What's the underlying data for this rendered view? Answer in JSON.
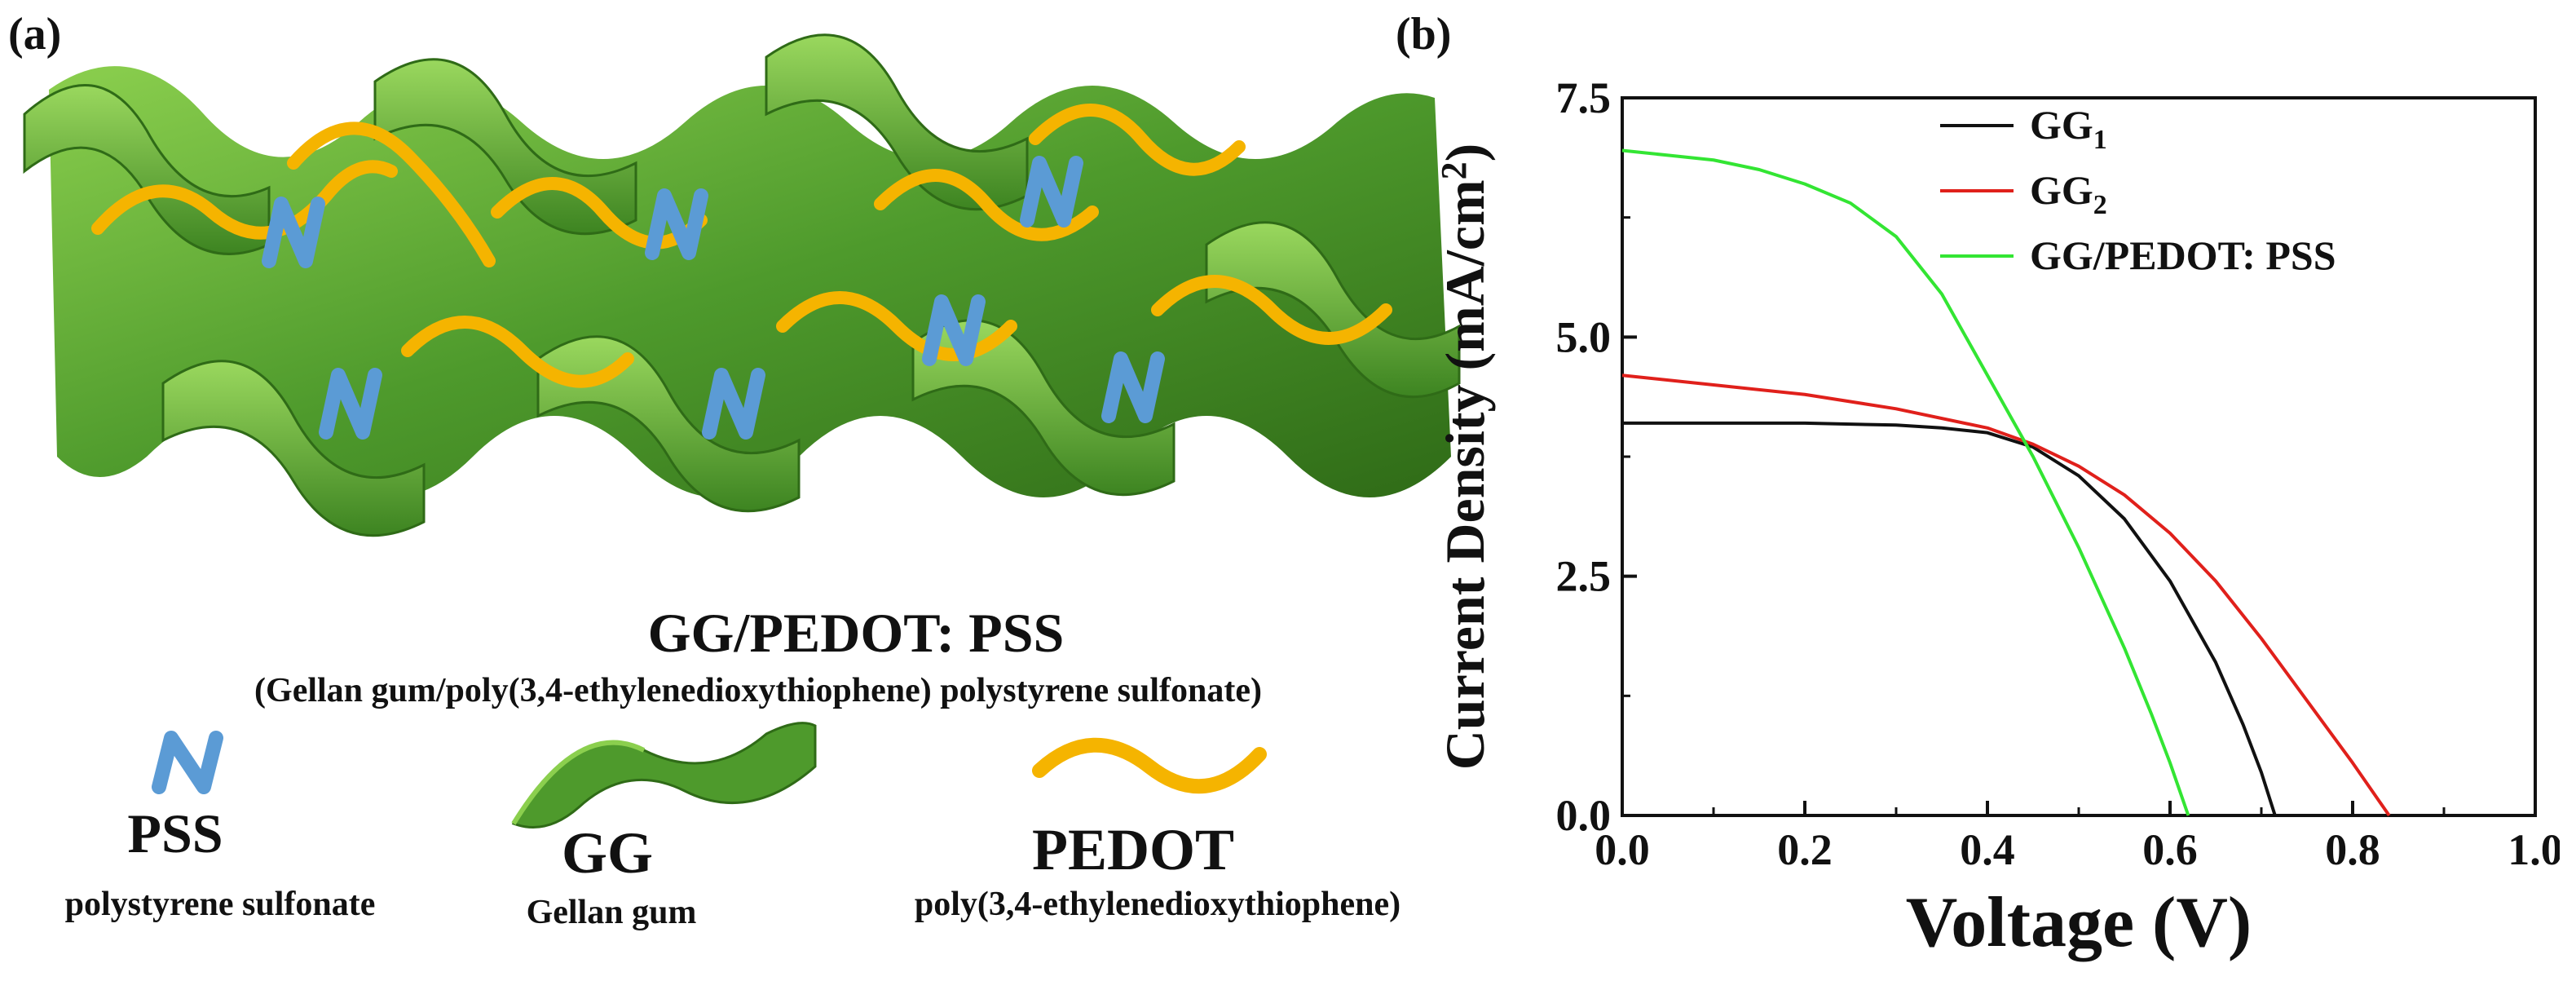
{
  "panel_a": {
    "label": "(a)",
    "title": "GG/PEDOT: PSS",
    "subtitle": "(Gellan gum/poly(3,4-ethylenedioxythiophene) polystyrene sulfonate)",
    "legend": [
      {
        "abbr": "PSS",
        "name": "polystyrene sulfonate",
        "icon": "pss-n-shape-icon",
        "color": "#5b9bd5"
      },
      {
        "abbr": "GG",
        "name": "Gellan gum",
        "icon": "gellan-gum-sheet-icon",
        "color": "#4e9a2c"
      },
      {
        "abbr": "PEDOT",
        "name": "poly(3,4-ethylenedioxythiophene)",
        "icon": "pedot-wave-icon",
        "color": "#f5b400"
      }
    ]
  },
  "panel_b": {
    "label": "(b)"
  },
  "chart_data": {
    "type": "line",
    "xlabel": "Voltage (V)",
    "ylabel_prefix": "Current Density (mA/cm",
    "ylabel_sup": "2",
    "ylabel_suffix": ")",
    "xlim": [
      0.0,
      1.0
    ],
    "ylim": [
      0.0,
      7.5
    ],
    "xticks": [
      "0.0",
      "0.2",
      "0.4",
      "0.6",
      "0.8",
      "1.0"
    ],
    "yticks": [
      "0.0",
      "2.5",
      "5.0",
      "7.5"
    ],
    "xtick_values": [
      0.0,
      0.2,
      0.4,
      0.6,
      0.8,
      1.0
    ],
    "ytick_values": [
      0.0,
      2.5,
      5.0,
      7.5
    ],
    "grid": false,
    "legend_position": "top-center",
    "series": [
      {
        "name_base": "GG",
        "name_sub": "1",
        "color": "#111111",
        "x": [
          0.0,
          0.1,
          0.2,
          0.3,
          0.35,
          0.4,
          0.45,
          0.5,
          0.55,
          0.6,
          0.65,
          0.68,
          0.7,
          0.715
        ],
        "y": [
          4.1,
          4.1,
          4.1,
          4.08,
          4.05,
          4.0,
          3.85,
          3.55,
          3.1,
          2.45,
          1.6,
          0.95,
          0.45,
          0.0
        ]
      },
      {
        "name_base": "GG",
        "name_sub": "2",
        "color": "#e0201b",
        "x": [
          0.0,
          0.1,
          0.2,
          0.3,
          0.4,
          0.45,
          0.5,
          0.55,
          0.6,
          0.65,
          0.7,
          0.75,
          0.8,
          0.84
        ],
        "y": [
          4.6,
          4.5,
          4.4,
          4.25,
          4.05,
          3.88,
          3.65,
          3.35,
          2.95,
          2.45,
          1.85,
          1.2,
          0.55,
          0.0
        ]
      },
      {
        "name": "GG/PEDOT: PSS",
        "color": "#33e533",
        "x": [
          0.0,
          0.05,
          0.1,
          0.15,
          0.2,
          0.25,
          0.3,
          0.35,
          0.4,
          0.45,
          0.5,
          0.55,
          0.58,
          0.6,
          0.62
        ],
        "y": [
          6.95,
          6.9,
          6.85,
          6.75,
          6.6,
          6.4,
          6.05,
          5.45,
          4.6,
          3.75,
          2.8,
          1.75,
          1.05,
          0.55,
          0.0
        ]
      }
    ]
  }
}
